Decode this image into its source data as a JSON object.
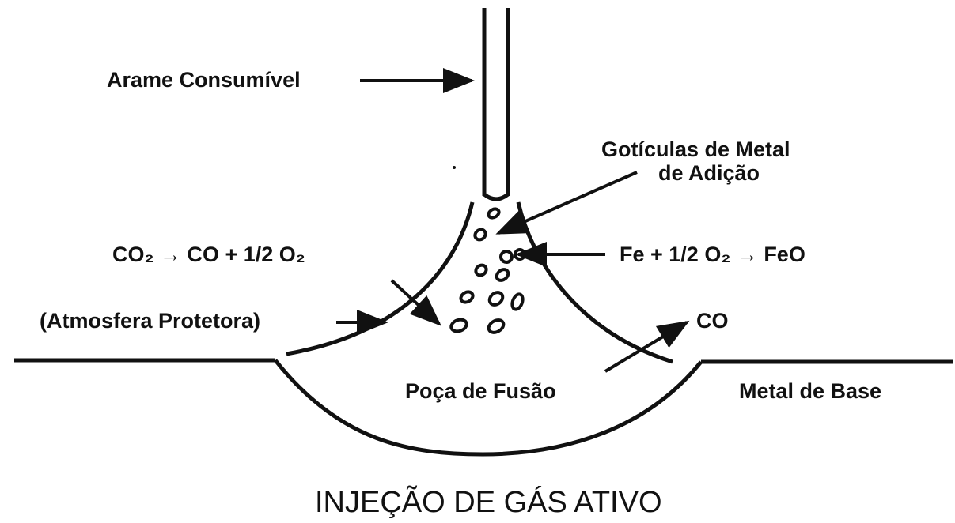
{
  "diagram": {
    "labels": {
      "wire": "Arame Consumível",
      "droplets_line1": "Gotículas de Metal",
      "droplets_line2": "de Adição",
      "reaction_co2": "CO₂ → CO + 1/2 O₂",
      "atmosphere": "(Atmosfera Protetora)",
      "reaction_fe": "Fe + 1/2 O₂ → FeO",
      "co": "CO",
      "pool": "Poça de Fusão",
      "base_metal": "Metal de Base"
    },
    "caption": "INJEÇÃO DE GÁS ATIVO",
    "colors": {
      "ink": "#111111",
      "background": "#ffffff"
    }
  }
}
